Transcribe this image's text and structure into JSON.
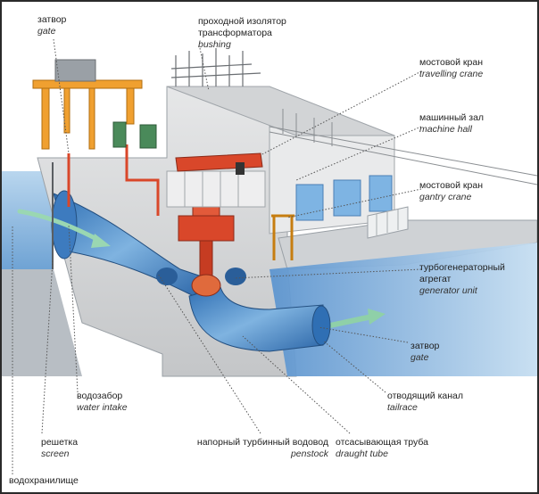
{
  "labels": {
    "gate_top": {
      "ru": "затвор",
      "en": "gate"
    },
    "bushing": {
      "ru1": "проходной изолятор",
      "ru2": "трансформатора",
      "en": "bushing"
    },
    "travelling_crane": {
      "ru": "мостовой кран",
      "en": "travelling crane"
    },
    "machine_hall": {
      "ru": "машинный зал",
      "en": "machine hall"
    },
    "gantry_crane": {
      "ru": "мостовой кран",
      "en": "gantry crane"
    },
    "generator_unit": {
      "ru": "турбогенераторный агрегат",
      "en": "generator unit"
    },
    "gate_bottom": {
      "ru": "затвор",
      "en": "gate"
    },
    "tailrace": {
      "ru": "отводящий канал",
      "en": "tailrace"
    },
    "draught_tube": {
      "ru": "отсасывающая труба",
      "en": "draught tube"
    },
    "penstock": {
      "ru": "напорный турбинный водовод",
      "en": "penstock"
    },
    "water_intake": {
      "ru": "водозабор",
      "en": "water intake"
    },
    "screen": {
      "ru": "решетка",
      "en": "screen"
    },
    "reservoir": {
      "ru": "водохранилище"
    }
  },
  "colors": {
    "water_light": "#cfe3f2",
    "water_dark": "#3f7fc0",
    "concrete": "#d9dadb",
    "crane_orange": "#f0a030",
    "generator_red": "#d9472a",
    "leader_line": "#555555"
  }
}
